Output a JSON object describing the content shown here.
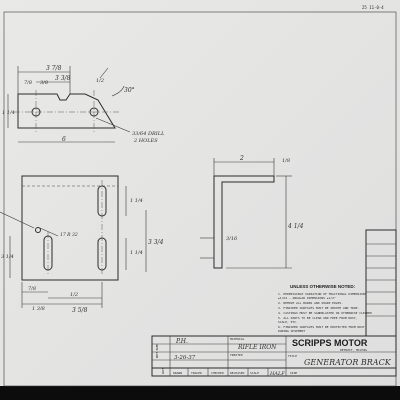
{
  "drawing": {
    "corner_code": "25 11-0-4",
    "dims_top_view": {
      "overall_top": "3 7/8",
      "inner_span": "3 3/8",
      "left_edge": "7/8",
      "slot_offset": "3/8",
      "notch": "1/2",
      "bend_angle": "30°",
      "height": "1 1/4",
      "bottom_length": "6"
    },
    "drill_note": [
      "33/64 DRILL",
      "2 HOLES"
    ],
    "dims_side_view": {
      "flange": "2",
      "thickness": "1/8",
      "height": "4 1/4",
      "bottom_thk": "3/16"
    },
    "dims_front_view": {
      "slot_top": "1 1/4",
      "slot_height": "3 3/4",
      "left_height": "3 1/4",
      "slot_mid": "1 1/4",
      "slot_radius": "17 R 32",
      "bottom_left": "7/8",
      "bottom_mid": "1/2",
      "bottom_width": "1 3/8",
      "bottom_total": "3 5/8"
    },
    "notes": {
      "heading": "UNLESS OTHERWISE NOTED:",
      "lines": [
        "1. PERMISSIBLE VARIATION OF FRACTIONAL DIMENSIONS",
        "   ±1/64 — ANGULAR DIMENSIONS ±1/2°",
        "2. REMOVE ALL BURRS AND SHARP EDGES.",
        "3. FINISHED SURFACES MUST BE SMOOTH AND TRUE.",
        "4. CASTINGS MUST BE SANDBLASTED OR OTHERWISE CLEANED",
        "5. ALL PARTS TO BE CLEAN AND FREE FROM RUST,",
        "   SCALE, ETC.",
        "6. FINISHED SURFACES MUST BE PROTECTED FROM RUST",
        "   DURING SHIPMENT"
      ]
    },
    "title_block": {
      "company": "SCRIPPS MOTOR",
      "city": "DETROIT, MICHIG",
      "title_label": "TITLE",
      "title": "GENERATOR BRACK",
      "material_label": "MATERIAL",
      "material": "RIFLE IRON",
      "treated_label": "TREATED",
      "drawn_by": "P.H.",
      "date": "3-26-37",
      "footer_labels": [
        "DRAWN",
        "TRACED",
        "CHECKED",
        "RELEASED",
        "SCALE",
        "HALF",
        "SIZE"
      ],
      "side_labels": [
        "NOTE NAME",
        "DATE"
      ]
    }
  }
}
